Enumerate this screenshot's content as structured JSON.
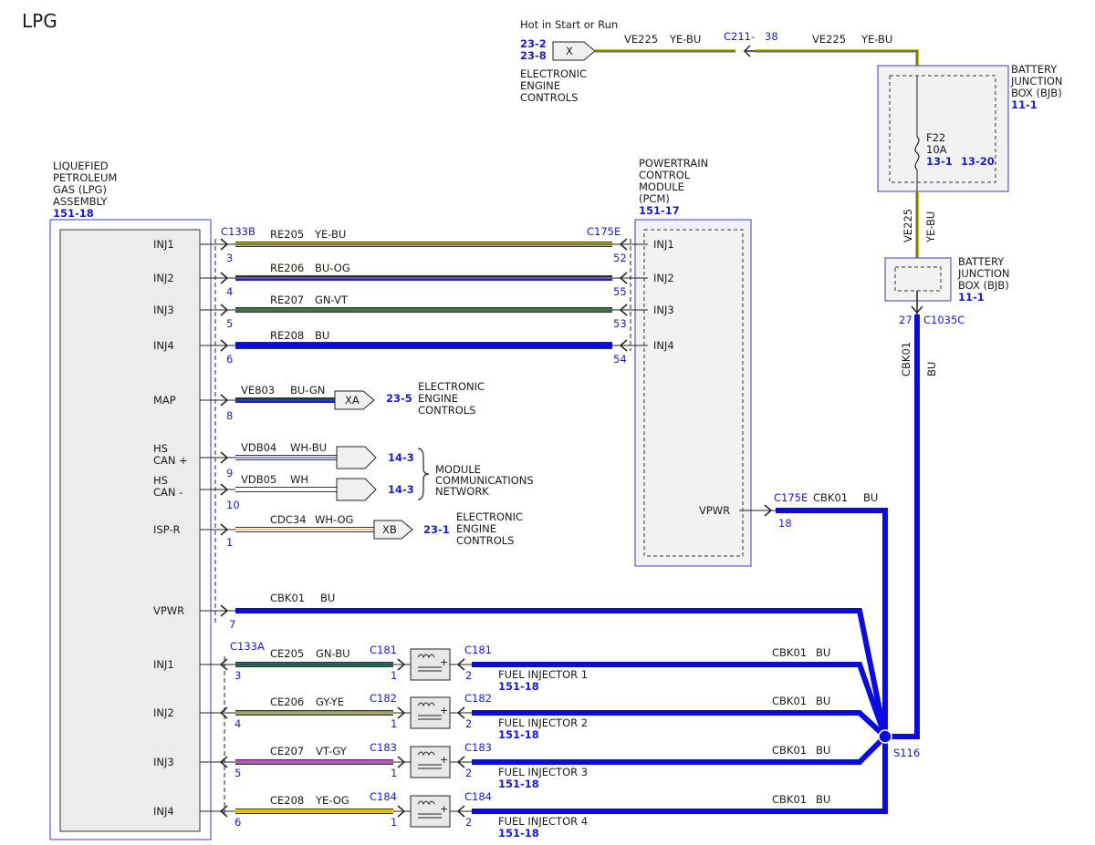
{
  "page_title": "LPG",
  "colors": {
    "YE-BU": {
      "main": "#c8c800",
      "stripe": "#1a1ad6"
    },
    "BU-OG": {
      "main": "#1a1ad6",
      "stripe": "#e88a1a"
    },
    "GN-VT": {
      "main": "#2e7d2e",
      "stripe": "#8a3ab8"
    },
    "BU": {
      "main": "#0b0be0",
      "stripe": "#0b0be0"
    },
    "BU-GN": {
      "main": "#1a1ad6",
      "stripe": "#2e7d2e"
    },
    "WH-BU": {
      "main": "#ffffff",
      "stripe": "#1a1ad6"
    },
    "WH": {
      "main": "#ffffff",
      "stripe": "#ffffff"
    },
    "WH-OG": {
      "main": "#ffffff",
      "stripe": "#e88a1a"
    },
    "GN-BU": {
      "main": "#2e7d2e",
      "stripe": "#1a1ad6"
    },
    "GY-YE": {
      "main": "#8a8a8a",
      "stripe": "#c8c800"
    },
    "VT-GY": {
      "main": "#c048c8",
      "stripe": "#8a8a8a"
    },
    "YE-OG": {
      "main": "#e8d800",
      "stripe": "#e88a1a"
    }
  },
  "top": {
    "hot_label": "Hot in Start or Run",
    "ref_a": "23-2",
    "ref_b": "23-8",
    "flag_letter": "X",
    "dest_line1": "ELECTRONIC",
    "dest_line2": "ENGINE",
    "dest_line3": "CONTROLS",
    "wire_left_code": "VE225",
    "wire_left_color": "YE-BU",
    "connector": "C211",
    "connector_pin": "38",
    "wire_right_code": "VE225",
    "wire_right_color": "YE-BU"
  },
  "bjb_top": {
    "line1": "BATTERY",
    "line2": "JUNCTION",
    "line3": "BOX (BJB)",
    "ref": "11-1",
    "fuse": "F22",
    "fuse_rating": "10A",
    "fuse_ref1": "13-1",
    "fuse_ref2": "13-20",
    "vwire_code": "VE225",
    "vwire_color": "YE-BU"
  },
  "bjb_bottom": {
    "line1": "BATTERY",
    "line2": "JUNCTION",
    "line3": "BOX (BJB)",
    "ref": "11-1",
    "pin": "27",
    "connector": "C1035C",
    "vwire_code": "CBK01",
    "vwire_color": "BU"
  },
  "lpg": {
    "line1": "LIQUEFIED",
    "line2": "PETROLEUM",
    "line3": "GAS (LPG)",
    "line4": "ASSEMBLY",
    "ref": "151-18",
    "connector_b": "C133B",
    "connector_a": "C133A"
  },
  "pcm": {
    "line1": "POWERTRAIN",
    "line2": "CONTROL",
    "line3": "MODULE",
    "line4": "(PCM)",
    "ref": "151-17",
    "connector": "C175E",
    "vpwr_label": "VPWR",
    "vpwr_connector": "C175E",
    "vpwr_pin": "18",
    "vpwr_wire": "CBK01",
    "vpwr_color": "BU"
  },
  "inj_rows": [
    {
      "label": "INJ1",
      "pin": "3",
      "code": "RE205",
      "color": "YE-BU",
      "pcm_pin": "52",
      "pcm_label": "INJ1"
    },
    {
      "label": "INJ2",
      "pin": "4",
      "code": "RE206",
      "color": "BU-OG",
      "pcm_pin": "55",
      "pcm_label": "INJ2"
    },
    {
      "label": "INJ3",
      "pin": "5",
      "code": "RE207",
      "color": "GN-VT",
      "pcm_pin": "53",
      "pcm_label": "INJ3"
    },
    {
      "label": "INJ4",
      "pin": "6",
      "code": "RE208",
      "color": "BU",
      "pcm_pin": "54",
      "pcm_label": "INJ4"
    }
  ],
  "map_row": {
    "label": "MAP",
    "pin": "8",
    "code": "VE803",
    "color": "BU-GN",
    "flag": "XA",
    "ref": "23-5",
    "dest1": "ELECTRONIC",
    "dest2": "ENGINE",
    "dest3": "CONTROLS"
  },
  "can_rows": [
    {
      "label1": "HS",
      "label2": "CAN +",
      "pin": "9",
      "code": "VDB04",
      "color": "WH-BU",
      "ref": "14-3"
    },
    {
      "label1": "HS",
      "label2": "CAN -",
      "pin": "10",
      "code": "VDB05",
      "color": "WH",
      "ref": "14-3"
    }
  ],
  "can_dest": {
    "line1": "MODULE",
    "line2": "COMMUNICATIONS",
    "line3": "NETWORK"
  },
  "isp_row": {
    "label": "ISP-R",
    "pin": "1",
    "code": "CDC34",
    "color": "WH-OG",
    "flag": "XB",
    "ref": "23-1",
    "dest1": "ELECTRONIC",
    "dest2": "ENGINE",
    "dest3": "CONTROLS"
  },
  "vpwr_row": {
    "label": "VPWR",
    "pin": "7",
    "code": "CBK01",
    "color": "BU"
  },
  "injectors": [
    {
      "label": "INJ1",
      "pin": "3",
      "code": "CE205",
      "color": "GN-BU",
      "conn": "C181",
      "in_pin": "1",
      "out_pin": "2",
      "name": "FUEL INJECTOR 1",
      "ref": "151-18",
      "ret_code": "CBK01",
      "ret_color": "BU"
    },
    {
      "label": "INJ2",
      "pin": "4",
      "code": "CE206",
      "color": "GY-YE",
      "conn": "C182",
      "in_pin": "1",
      "out_pin": "2",
      "name": "FUEL INJECTOR 2",
      "ref": "151-18",
      "ret_code": "CBK01",
      "ret_color": "BU"
    },
    {
      "label": "INJ3",
      "pin": "5",
      "code": "CE207",
      "color": "VT-GY",
      "conn": "C183",
      "in_pin": "1",
      "out_pin": "2",
      "name": "FUEL INJECTOR 3",
      "ref": "151-18",
      "ret_code": "CBK01",
      "ret_color": "BU"
    },
    {
      "label": "INJ4",
      "pin": "6",
      "code": "CE208",
      "color": "YE-OG",
      "conn": "C184",
      "in_pin": "1",
      "out_pin": "2",
      "name": "FUEL INJECTOR 4",
      "ref": "151-18",
      "ret_code": "CBK01",
      "ret_color": "BU"
    }
  ],
  "splice": "S116"
}
